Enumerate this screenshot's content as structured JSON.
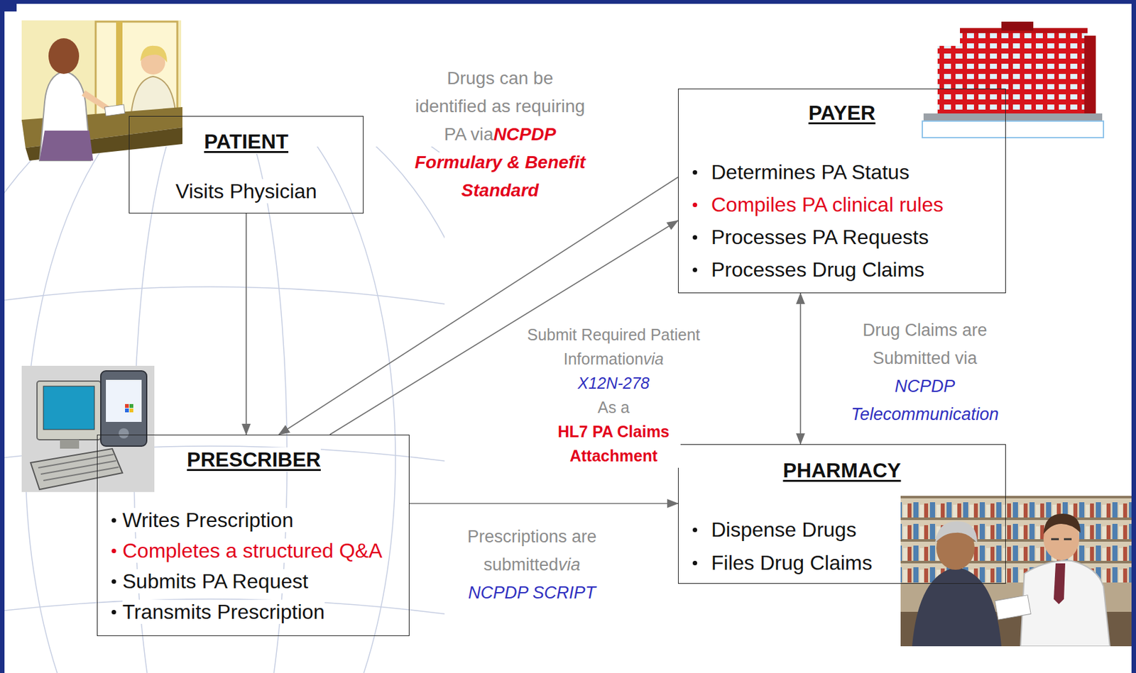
{
  "diagram": {
    "nodes": [
      {
        "text": [
          "PATIENT",
          "Visits Physician"
        ]
      },
      {
        "text": [
          "PAYER",
          "Determines PA Status",
          "Compiles PA clinical rules",
          "Processes PA Requests",
          "Processes Drug Claims"
        ]
      },
      {
        "text": [
          "PRESCRIBER",
          "Writes Prescription",
          "Completes a structured Q&A",
          "Submits PA Request",
          "Transmits Prescription"
        ]
      },
      {
        "text": [
          "PHARMACY",
          "Dispense Drugs",
          "Files Drug Claims"
        ]
      }
    ],
    "edges": [
      {
        "from": 0,
        "to": 2,
        "arrow": "to"
      },
      {
        "from": 1,
        "to": 2,
        "arrow": "to"
      },
      {
        "from": 2,
        "to": 1,
        "arrow": "to"
      },
      {
        "from": 1,
        "to": 3,
        "arrow": "both"
      },
      {
        "from": 2,
        "to": 3,
        "arrow": "to"
      }
    ],
    "labels": [
      "Drugs can be identified as requiring PA via",
      "NCPDP Formulary & Benefit Standard",
      "Submit Required Patient Information",
      "via",
      "X12N-278",
      "As a",
      "HL7 PA Claims Attachment",
      "Drug Claims are Submitted via",
      "NCPDP Telecommunication",
      "Prescriptions are submitted",
      "via",
      "NCPDP SCRIPT"
    ]
  }
}
